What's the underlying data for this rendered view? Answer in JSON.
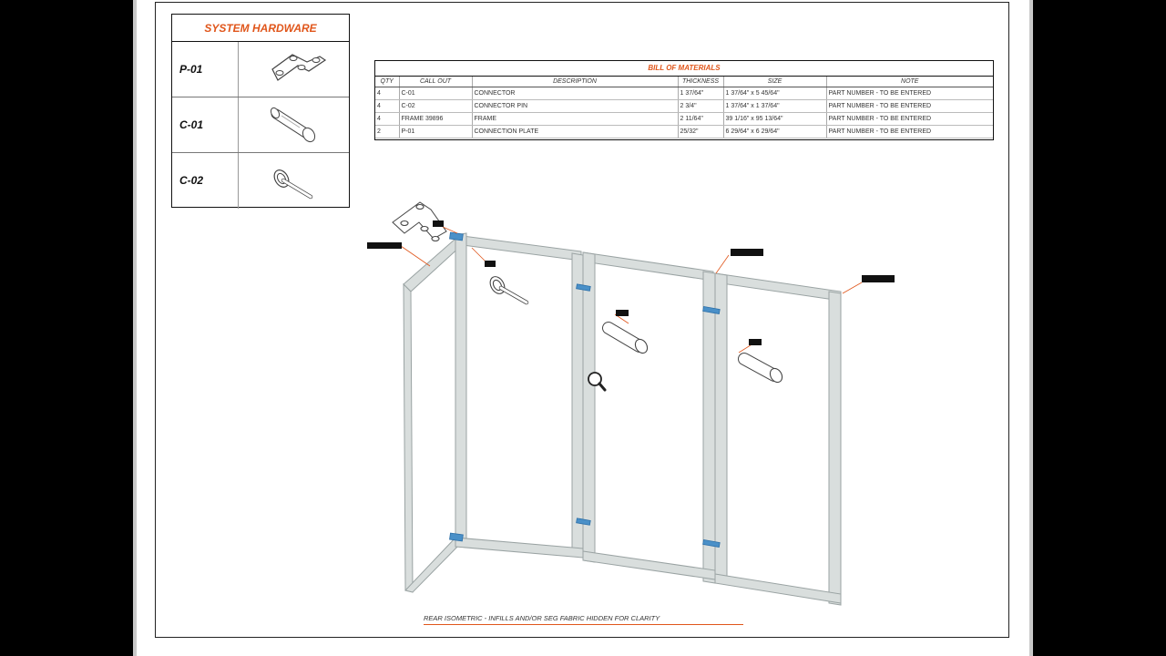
{
  "hardware": {
    "title": "SYSTEM HARDWARE",
    "items": [
      {
        "label": "P-01",
        "icon": "connection-plate-icon"
      },
      {
        "label": "C-01",
        "icon": "connector-icon"
      },
      {
        "label": "C-02",
        "icon": "connector-pin-icon"
      }
    ]
  },
  "bom": {
    "title": "BILL OF MATERIALS",
    "headers": [
      "QTY",
      "CALL OUT",
      "DESCRIPTION",
      "THICKNESS",
      "SIZE",
      "NOTE"
    ],
    "rows": [
      [
        "4",
        "C-01",
        "CONNECTOR",
        "1 37/64\"",
        "1 37/64\" x 5 45/64\"",
        "PART NUMBER - TO BE ENTERED"
      ],
      [
        "4",
        "C-02",
        "CONNECTOR PIN",
        "2 3/4\"",
        "1 37/64\" x 1 37/64\"",
        "PART NUMBER - TO BE ENTERED"
      ],
      [
        "4",
        "FRAME 39896",
        "FRAME",
        "2 11/64\"",
        "39 1/16\" x 95 13/64\"",
        "PART NUMBER - TO BE ENTERED"
      ],
      [
        "2",
        "P-01",
        "CONNECTION PLATE",
        "25/32\"",
        "6 29/64\" x 6 29/64\"",
        "PART NUMBER - TO BE ENTERED"
      ]
    ]
  },
  "caption": "REAR ISOMETRIC - INFILLS AND/OR SEG FABRIC HIDDEN FOR CLARITY",
  "colors": {
    "accent": "#e0561b",
    "frame_fill": "#d9dedd",
    "frame_stroke": "#9aa3a3",
    "connector": "#4a90c8"
  },
  "icons": [
    "zoom-cursor-icon"
  ]
}
